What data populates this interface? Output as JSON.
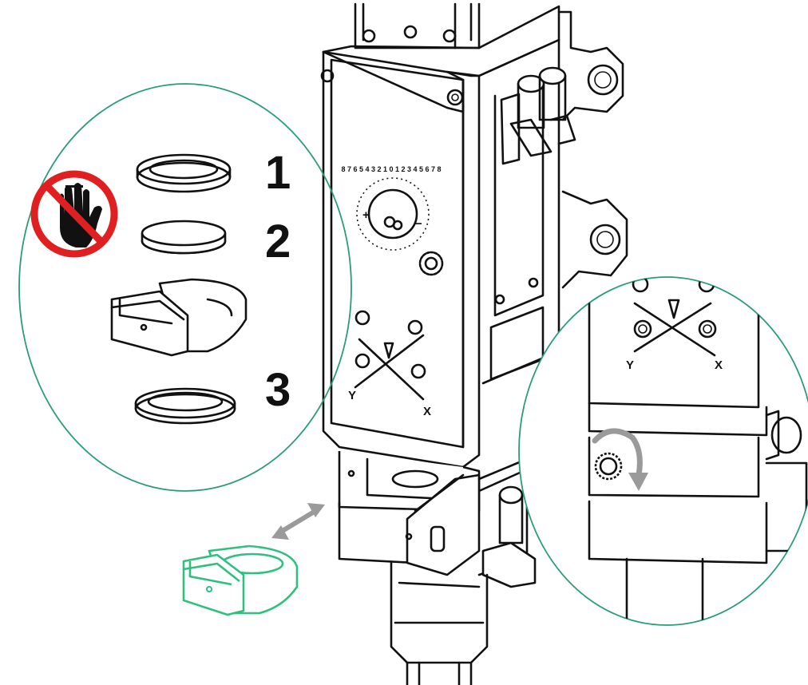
{
  "colors": {
    "outline": "#111111",
    "circle_stroke": "#2a9d78",
    "highlight_green": "#2fbf7f",
    "prohibition_red": "#e02020",
    "arrow_gray": "#9a9a9a",
    "background": "#ffffff"
  },
  "detail": {
    "labels": [
      "1",
      "2",
      "3"
    ]
  },
  "axes": {
    "y_label": "Y",
    "x_label": "X"
  },
  "dial": {
    "scale_numbers": "8 7 6 5 4 3 2 1 0 1 2 3 4 5 6 7 8"
  },
  "icons": [
    "no-touch-icon",
    "double-arrow-icon",
    "rotate-arrow-icon"
  ]
}
